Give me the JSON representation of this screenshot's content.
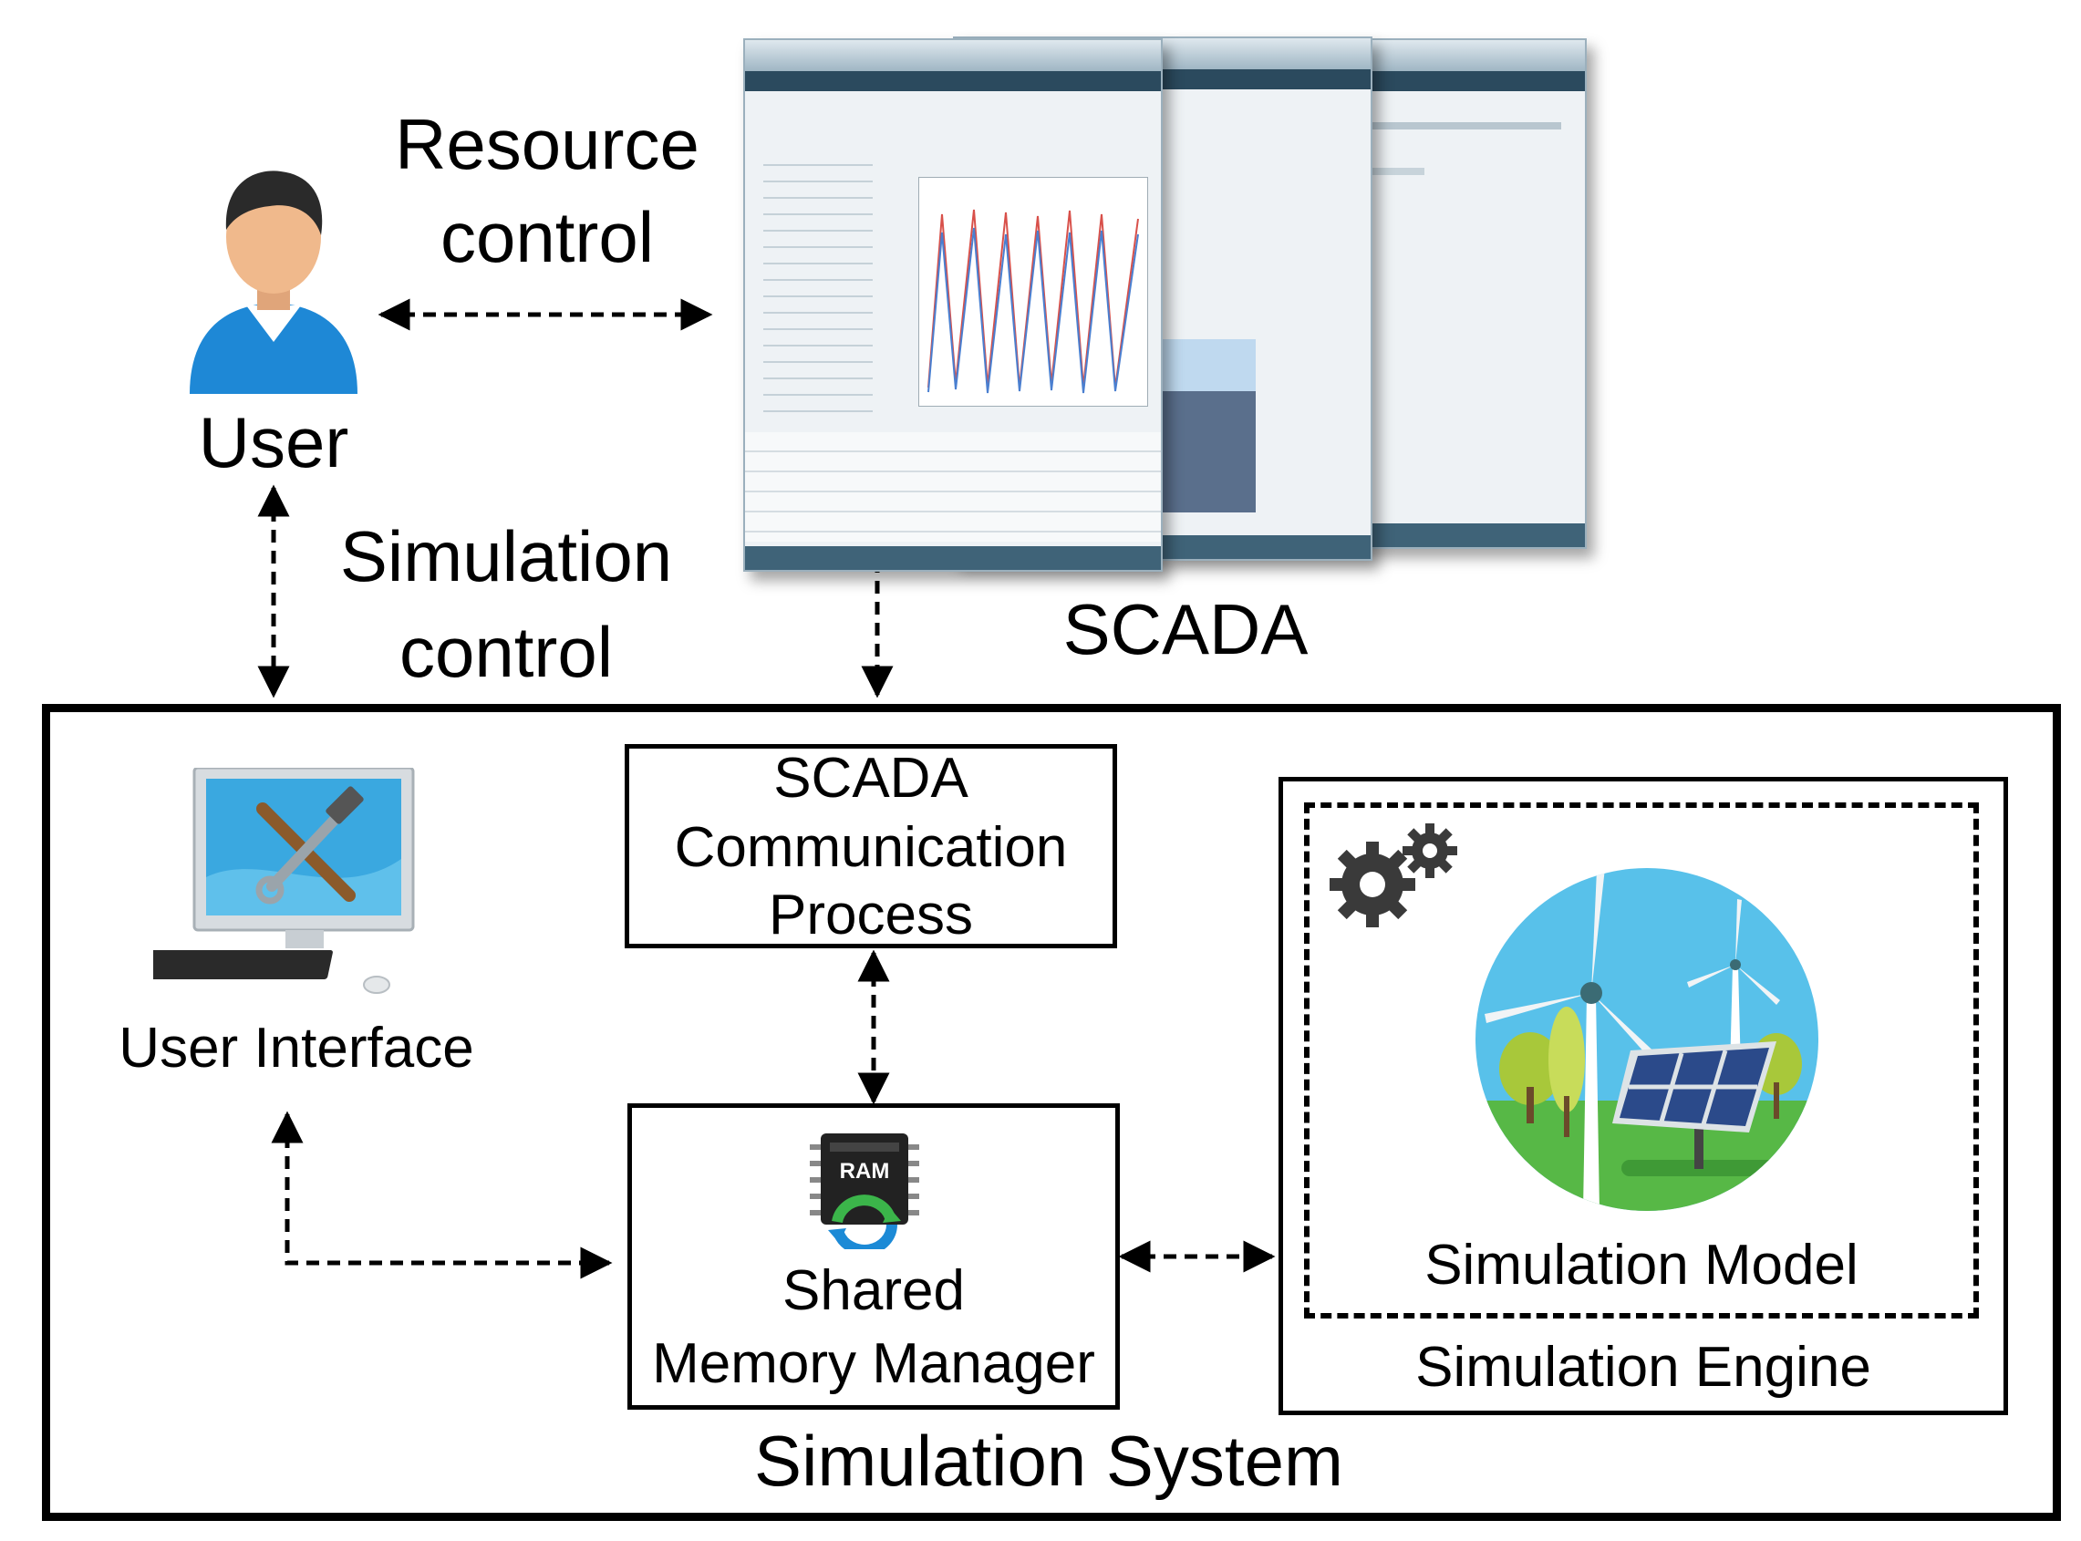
{
  "labels": {
    "resource_control_line1": "Resource",
    "resource_control_line2": "control",
    "user": "User",
    "simulation_control_line1": "Simulation",
    "simulation_control_line2": "control",
    "scada": "SCADA",
    "scada_comm_line1": "SCADA",
    "scada_comm_line2": "Communication",
    "scada_comm_line3": "Process",
    "user_interface": "User Interface",
    "ram_chip": "RAM",
    "shared_mem_line1": "Shared",
    "shared_mem_line2": "Memory Manager",
    "simulation_model": "Simulation Model",
    "simulation_engine": "Simulation Engine",
    "simulation_system": "Simulation System"
  },
  "icons": {
    "user": "user-avatar-icon",
    "scada_screens": "scada-screenshot-stack",
    "computer": "computer-tools-icon",
    "ram": "ram-chip-icon",
    "gears": "gears-icon",
    "renewables": "wind-solar-icon"
  },
  "colors": {
    "line": "#000000",
    "user_shirt": "#1e88d6",
    "sky": "#58c1ea",
    "grass": "#57b846"
  }
}
